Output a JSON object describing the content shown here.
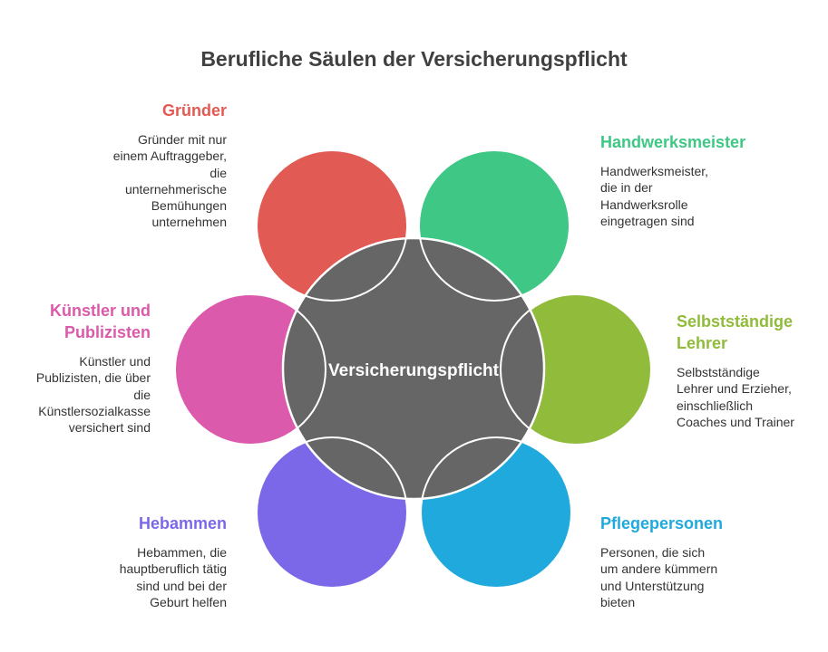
{
  "title": "Berufliche Säulen der Versicherungspflicht",
  "center_label": "Versicherungspflicht",
  "colors": {
    "center": "#666666",
    "outline": "#ffffff",
    "gruender": "#e25a54",
    "handwerksmeister": "#3ec785",
    "lehrer": "#90bb3b",
    "pflege": "#1fa9dc",
    "hebammen": "#7b68e8",
    "kuenstler": "#dc5aab"
  },
  "pillars": {
    "gruender": {
      "title": "Gründer",
      "lines": [
        "Gründer mit nur",
        "einem Auftraggeber,",
        "die",
        "unternehmerische",
        "Bemühungen",
        "unternehmen"
      ]
    },
    "handwerksmeister": {
      "title": "Handwerksmeister",
      "lines": [
        "Handwerksmeister,",
        "die in der",
        "Handwerksrolle",
        "eingetragen sind"
      ]
    },
    "lehrer": {
      "title_lines": [
        "Selbstständige",
        "Lehrer"
      ],
      "lines": [
        "Selbstständige",
        "Lehrer und Erzieher,",
        "einschließlich",
        "Coaches und Trainer"
      ]
    },
    "pflege": {
      "title": "Pflegepersonen",
      "lines": [
        "Personen, die sich",
        "um andere kümmern",
        "und Unterstützung",
        "bieten"
      ]
    },
    "hebammen": {
      "title": "Hebammen",
      "lines": [
        "Hebammen, die",
        "hauptberuflich tätig",
        "sind und bei der",
        "Geburt helfen"
      ]
    },
    "kuenstler": {
      "title_lines": [
        "Künstler und",
        "Publizisten"
      ],
      "lines": [
        "Künstler und",
        "Publizisten, die über",
        "die",
        "Künstlersozialkasse",
        "versichert sind"
      ]
    }
  }
}
